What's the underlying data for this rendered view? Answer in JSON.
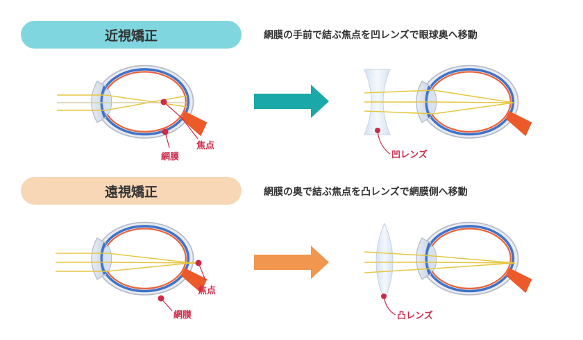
{
  "myopia": {
    "title": "近視矯正",
    "description": "網膜の手前で結ぶ焦点を凹レンズで眼球奥へ移動",
    "label_focus": "焦点",
    "label_retina": "網膜",
    "label_lens": "凹レンズ"
  },
  "hyperopia": {
    "title": "遠視矯正",
    "description": "網膜の奥で結ぶ焦点を凸レンズで網膜側へ移動",
    "label_focus": "焦点",
    "label_retina": "網膜",
    "label_lens": "凸レンズ"
  },
  "colors": {
    "myopia_pill": "#7fd6df",
    "hyperopia_pill": "#f7d7b5",
    "myopia_arrow": "#1aa8a8",
    "hyperopia_arrow": "#f0964e",
    "label": "#cc2b4a",
    "ray": "#e6c640",
    "eye_outline": "#b7bccb",
    "retina_red": "#e8613a",
    "choroid_blue": "#3f73c8",
    "optic_nerve": "#ec5a2a"
  }
}
